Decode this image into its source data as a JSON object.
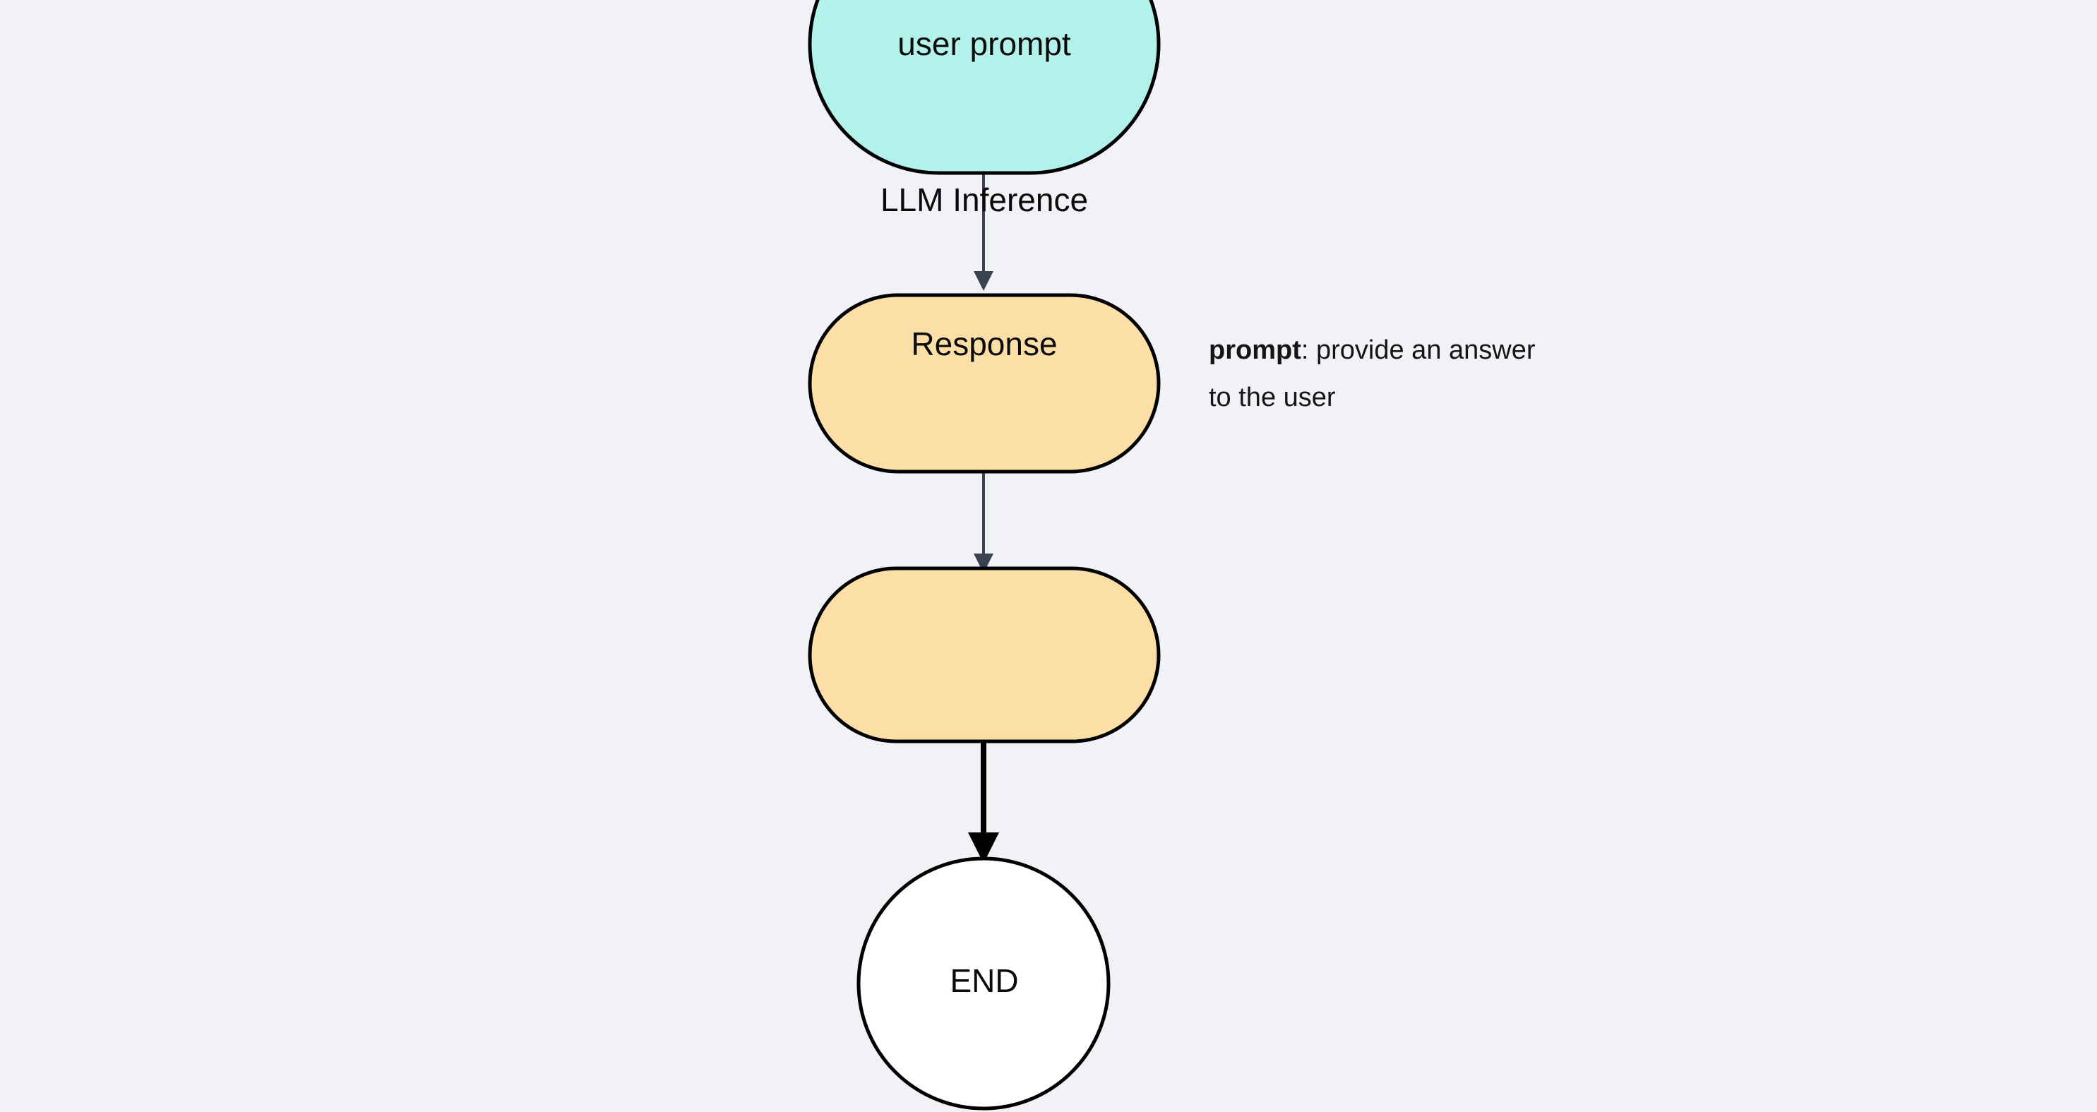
{
  "diagram": {
    "title": "LLM inference flow",
    "background_color": "#f0f2f5",
    "nodes": [
      {
        "id": "user-prompt",
        "label": "user prompt",
        "shape": "stadium",
        "fill": "#b3f2ea",
        "stroke": "#000000"
      },
      {
        "id": "llm-inference",
        "label": "LLM Inference",
        "shape": "stadium",
        "fill": "#fcdfa6",
        "stroke": "#000000"
      },
      {
        "id": "response",
        "label": "Response",
        "shape": "stadium",
        "fill": "#fcdfa6",
        "stroke": "#000000"
      },
      {
        "id": "end",
        "label": "END",
        "shape": "circle",
        "fill": "#ffffff",
        "stroke": "#000000"
      }
    ],
    "edges": [
      {
        "id": "edge-user-prompt-to-llm-inference",
        "from": "user prompt",
        "to": "LLM Inference",
        "color": "#3b4250",
        "width": 4
      },
      {
        "id": "edge-llm-inference-to-response",
        "from": "LLM Inference",
        "to": "Response",
        "color": "#3b4250",
        "width": 4
      },
      {
        "id": "edge-response-to-end",
        "from": "Response",
        "to": "END",
        "color": "#000000",
        "width": 8
      }
    ],
    "annotation": {
      "id": "llm-inference-annotation",
      "strong_text": "prompt",
      "separator": ":",
      "line1_rest": " provide an answer",
      "line2": "to the user"
    }
  }
}
